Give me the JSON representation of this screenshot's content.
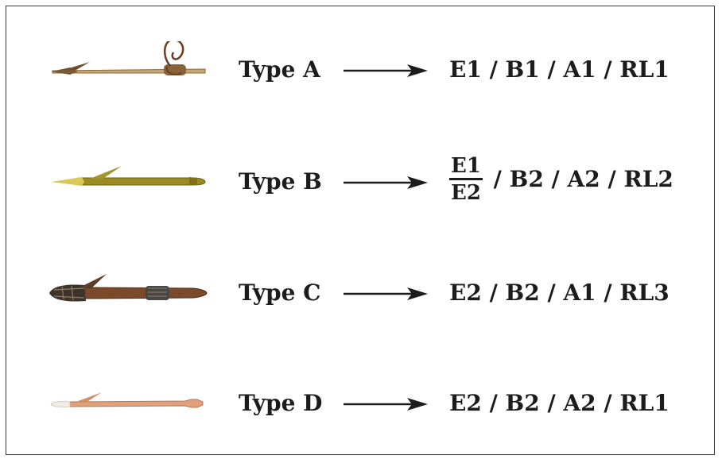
{
  "rows": [
    {
      "id": "a",
      "type_label": "Type A",
      "formula": "E1 / B1 / A1 / RL1",
      "harpoon_color": "#b08a57"
    },
    {
      "id": "b",
      "type_label": "Type B",
      "formula_fraction": {
        "numerator": "E1",
        "denominator": "E2"
      },
      "formula_rest": "/ B2 / A2 / RL2",
      "harpoon_color": "#9a8a1f"
    },
    {
      "id": "c",
      "type_label": "Type C",
      "formula": "E2 / B2 / A1 / RL3",
      "harpoon_color": "#7a4a2a"
    },
    {
      "id": "d",
      "type_label": "Type D",
      "formula": "E2 / B2 / A2 / RL1",
      "harpoon_color": "#e0a07a"
    }
  ],
  "colors": {
    "text": "#1c1c1c",
    "border": "#3a3a3a",
    "background": "#ffffff"
  }
}
